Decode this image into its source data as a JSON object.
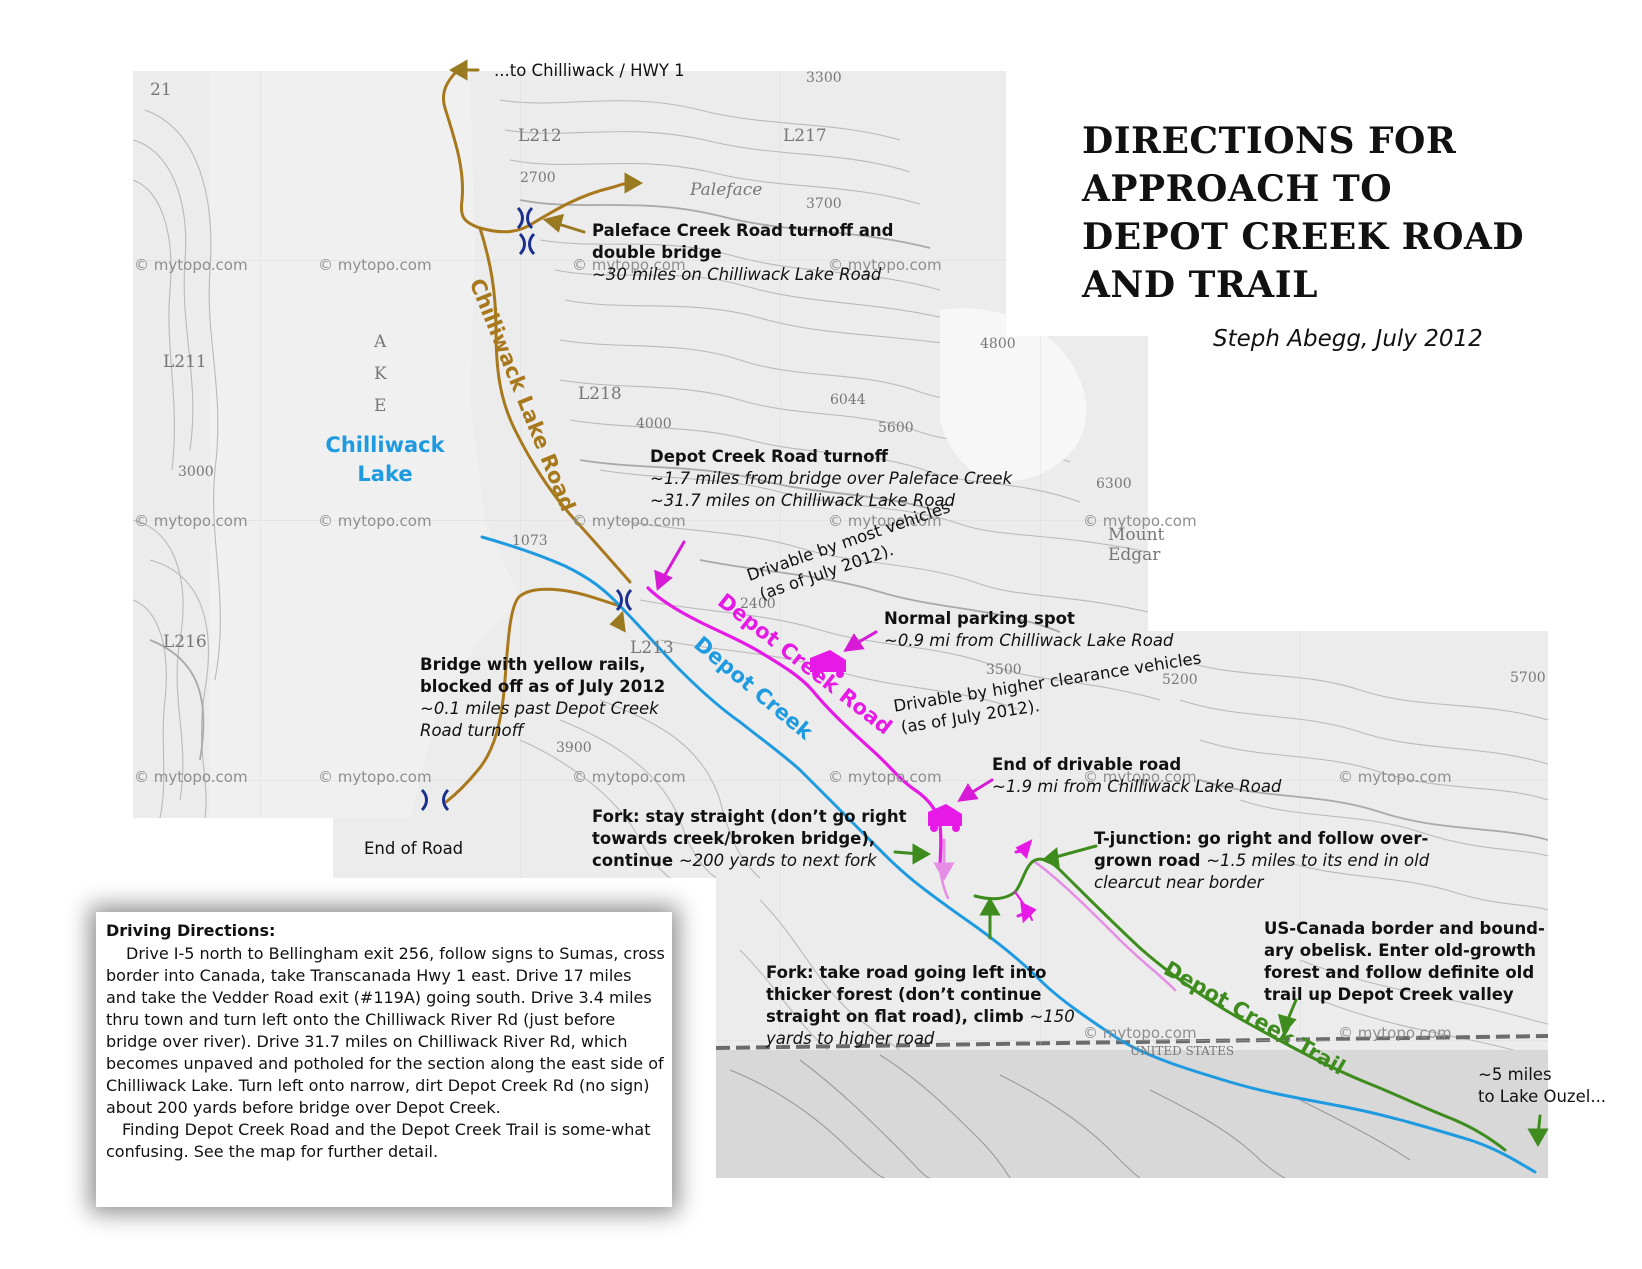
{
  "title": [
    "DIRECTIONS FOR",
    "APPROACH TO",
    "DEPOT CREEK ROAD",
    "AND TRAIL"
  ],
  "author": "Steph Abegg, July 2012",
  "watermark": "© mytopo.com",
  "lake_label": [
    "Chilliwack",
    "Lake"
  ],
  "route_labels": {
    "chilliwack_lake_road": "Chilliwack Lake Road",
    "depot_creek_road": "Depot Creek Road",
    "depot_creek": "Depot Creek",
    "depot_creek_trail": "Depot Creek Trail"
  },
  "annotations": {
    "to_chilliwack": "...to Chilliwack / HWY 1",
    "paleface_title": [
      "Paleface Creek Road turnoff and",
      "double bridge"
    ],
    "paleface_dist": "~30 miles on Chilliwack Lake Road",
    "depot_turnoff_title": "Depot Creek Road turnoff",
    "depot_turnoff_dist": [
      "~1.7 miles from bridge over Paleface Creek",
      "~31.7 miles on Chilliwack Lake Road"
    ],
    "drivable_most": [
      "Drivable by most vehicles",
      "(as of July 2012)."
    ],
    "parking_title": "Normal parking spot",
    "parking_dist": "~0.9 mi from Chilliwack Lake Road",
    "bridge_title": [
      "Bridge with yellow rails,",
      "blocked off as of July 2012"
    ],
    "bridge_dist": [
      "~0.1 miles past Depot Creek",
      "Road turnoff"
    ],
    "drivable_high": [
      "Drivable by higher clearance vehicles",
      "(as of July 2012)."
    ],
    "end_drivable_title": "End of drivable road",
    "end_drivable_dist": "~1.9 mi from Chilliwack Lake Road",
    "end_of_road": "End of Road",
    "fork1_bold": [
      "Fork: stay straight (don’t go right",
      "towards creek/broken bridge),",
      "continue "
    ],
    "fork1_ital": "~200 yards to next fork",
    "tjunction_bold": [
      "T-junction: go right and follow over-",
      "grown road "
    ],
    "tjunction_ital": [
      "~1.5 miles to its end in old",
      "clearcut near border"
    ],
    "border_bold": [
      "US-Canada border and bound-",
      "ary obelisk. Enter old-growth",
      "forest and follow definite old",
      "trail up Depot Creek valley"
    ],
    "fork2_bold": [
      "Fork: take road going left into",
      "thicker forest (don’t continue",
      "straight on flat road), climb "
    ],
    "fork2_ital": [
      "~150",
      "yards to higher road"
    ],
    "lake_ouzel": [
      "~5 miles",
      "to Lake Ouzel..."
    ]
  },
  "map_labels": {
    "l212": "L212",
    "l217": "L217",
    "l211": "L211",
    "l218": "L218",
    "l216": "L216",
    "l213": "L213",
    "n21": "21",
    "n3300": "3300",
    "n3700": "3700",
    "n2700": "2700",
    "n4000": "4000",
    "n3000": "3000",
    "n6044": "6044",
    "n5600": "5600",
    "n4800": "4800",
    "n6300": "6300",
    "n3500": "3500",
    "n5200": "5200",
    "n1073": "1073",
    "n2400": "2400",
    "n3900": "3900",
    "n5700": "5700",
    "paleface": "Paleface",
    "mount_edgar": [
      "Mount",
      "Edgar"
    ],
    "united_states": "UNITED STATES",
    "lake_letters": [
      "A",
      "K",
      "E"
    ]
  },
  "directions": {
    "heading": "Driving Directions:",
    "para1": "Drive I-5 north to Bellingham exit 256, follow signs to Sumas, cross  border into Canada, take Transcanada Hwy 1 east. Drive 17 miles and take the Vedder Road exit (#119A) going south. Drive 3.4 miles thru town and turn left onto the Chilliwack River Rd (just before bridge over river). Drive 31.7 miles on Chilliwack River Rd, which becomes unpaved and potholed for the section along the east side of Chilliwack Lake. Turn left onto narrow, dirt Depot Creek Rd (no sign) about 200 yards before bridge over Depot Creek.",
    "para2": "Finding Depot Creek Road and the Depot Creek Trail is some-what confusing. See the map for further detail."
  },
  "colors": {
    "road_brown": "#a7781c",
    "creek_blue": "#1e9ae0",
    "depot_road_magenta": "#e619e6",
    "trail_green": "#3f8c1e",
    "bridge_navy": "#1b2f8f",
    "arrow_olive": "#9a7a20",
    "arrow_green": "#3f8c1e",
    "arrow_magenta": "#d61ad6",
    "map_bg": "#ececec"
  }
}
